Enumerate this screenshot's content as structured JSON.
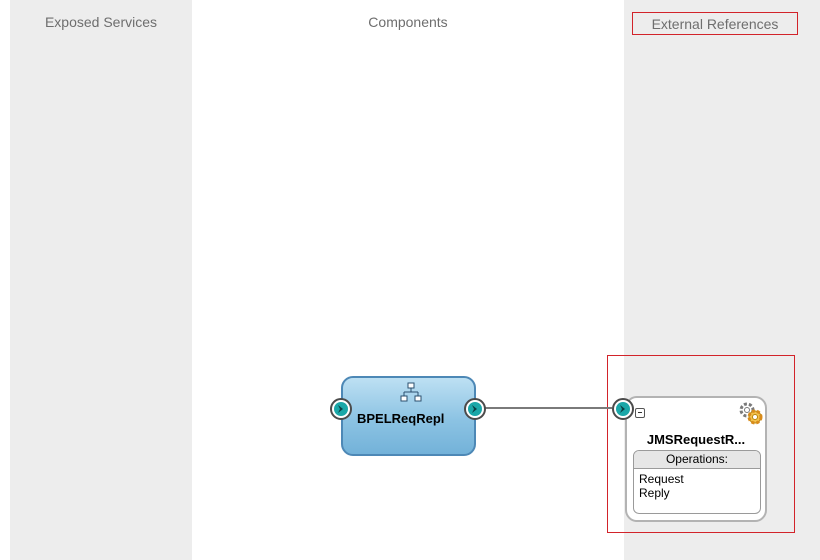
{
  "swimlanes": {
    "exposed_services": "Exposed Services",
    "components": "Components",
    "external_references": "External References"
  },
  "bpel_component": {
    "name": "BPELReqRepl",
    "icon": "bpel-process-icon"
  },
  "jms_reference": {
    "name": "JMSRequestR...",
    "icon": "jms-adapter-gear-icon",
    "operations_header": "Operations:",
    "operations": [
      "Request",
      "Reply"
    ]
  },
  "colors": {
    "lane_gray": "#ededed",
    "highlight_red": "#d2232a",
    "port_teal": "#1aa7a8",
    "component_blue": "#8cc3e3"
  }
}
